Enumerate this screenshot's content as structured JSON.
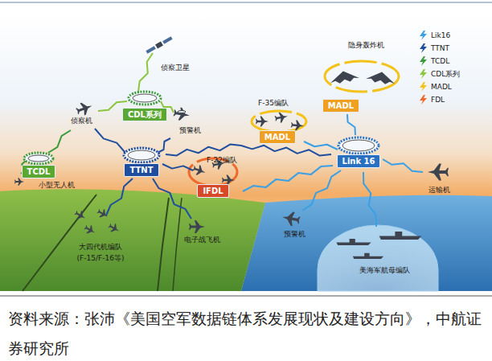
{
  "diagram": {
    "caption": "资料来源：张沛《美国空军数据链体系发展现状及建设方向》，中航证券研究所",
    "nodes": [
      {
        "text": [
          "MADL"
        ]
      },
      {
        "text": [
          "CDL系列"
        ]
      },
      {
        "text": [
          "MADL"
        ]
      },
      {
        "text": [
          "Link 16"
        ]
      },
      {
        "text": [
          "TTNT"
        ]
      },
      {
        "text": [
          "TCDL"
        ]
      },
      {
        "text": [
          "IFDL"
        ]
      }
    ],
    "labels": [
      "隐身轰炸机",
      "侦察卫星",
      "F-35编队",
      "侦察机",
      "预警机",
      "F-22编队",
      "小型无人机",
      "运输机",
      "预警机",
      "电子战飞机",
      "大四代机编队",
      "(F-15/F-16等)",
      "美海军航母编队"
    ],
    "legend": [
      {
        "text": "Lik16",
        "color": "#3aa0e6"
      },
      {
        "text": "TTNT",
        "color": "#1f4e9e"
      },
      {
        "text": "TCDL",
        "color": "#3c9a3c"
      },
      {
        "text": "CDL系列",
        "color": "#8cc63f"
      },
      {
        "text": "MADL",
        "color": "#f3c21b"
      },
      {
        "text": "FDL",
        "color": "#ee6a2c"
      }
    ]
  }
}
